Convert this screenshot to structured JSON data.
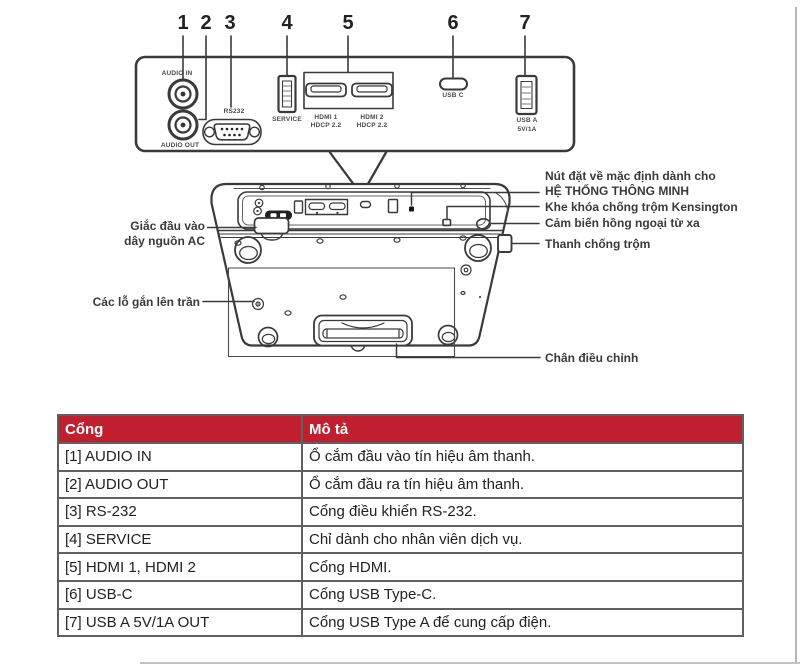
{
  "rear_panel": {
    "numbers": [
      "1",
      "2",
      "3",
      "4",
      "5",
      "6",
      "7"
    ],
    "port_labels": {
      "audio_in": "AUDIO IN",
      "audio_out": "AUDIO OUT",
      "rs232": "RS232",
      "service": "SERVICE",
      "hdmi1_line1": "HDMI 1",
      "hdmi1_line2": "HDCP 2.2",
      "hdmi2_line1": "HDMI 2",
      "hdmi2_line2": "HDCP 2.2",
      "usb_c": "USB C",
      "usb_a_line1": "USB A",
      "usb_a_line2": "5V/1A"
    }
  },
  "bottom_view": {
    "labels": {
      "ac_power_line1": "Giắc đầu vào",
      "ac_power_line2": "dây nguồn AC",
      "ceiling_mount": "Các lỗ gắn lên trần",
      "reset_line1": "Nút đặt về mặc định dành cho",
      "reset_line2": "HỆ THỐNG THÔNG MINH",
      "kensington": "Khe khóa chống trộm Kensington",
      "ir_sensor": "Cảm biến hồng ngoại từ xa",
      "security_bar": "Thanh chống trộm",
      "adjustment_foot": "Chân điều chỉnh"
    }
  },
  "table": {
    "header": {
      "port": "Cổng",
      "description": "Mô tả"
    },
    "header_bg_color": "#c01f30",
    "header_text_color": "#ffffff",
    "rows": [
      {
        "port": "[1] AUDIO IN",
        "description": "Ổ cắm đầu vào tín hiệu âm thanh."
      },
      {
        "port": "[2] AUDIO OUT",
        "description": "Ổ cắm đầu ra tín hiệu âm thanh."
      },
      {
        "port": "[3] RS-232",
        "description": "Cổng điều khiển RS-232."
      },
      {
        "port": "[4] SERVICE",
        "description": "Chỉ dành cho nhân viên dịch vụ."
      },
      {
        "port": "[5] HDMI 1, HDMI 2",
        "description": "Cổng HDMI."
      },
      {
        "port": "[6] USB-C",
        "description": "Cổng USB Type-C."
      },
      {
        "port": "[7] USB A 5V/1A OUT",
        "description": "Cổng USB Type A để cung cấp điện."
      }
    ]
  }
}
